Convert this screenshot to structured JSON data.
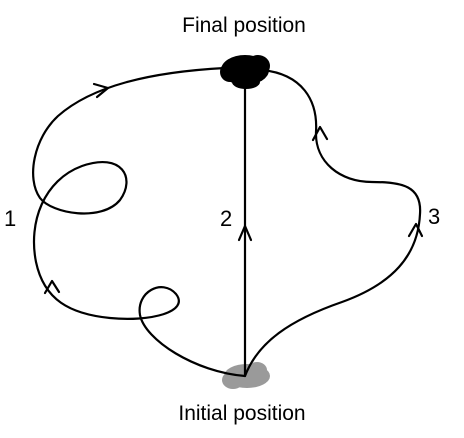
{
  "labels": {
    "final": "Final position",
    "initial": "Initial position",
    "path1": "1",
    "path2": "2",
    "path3": "3"
  },
  "colors": {
    "final_blob": "#000000",
    "initial_blob": "#999999",
    "line": "#000000"
  }
}
